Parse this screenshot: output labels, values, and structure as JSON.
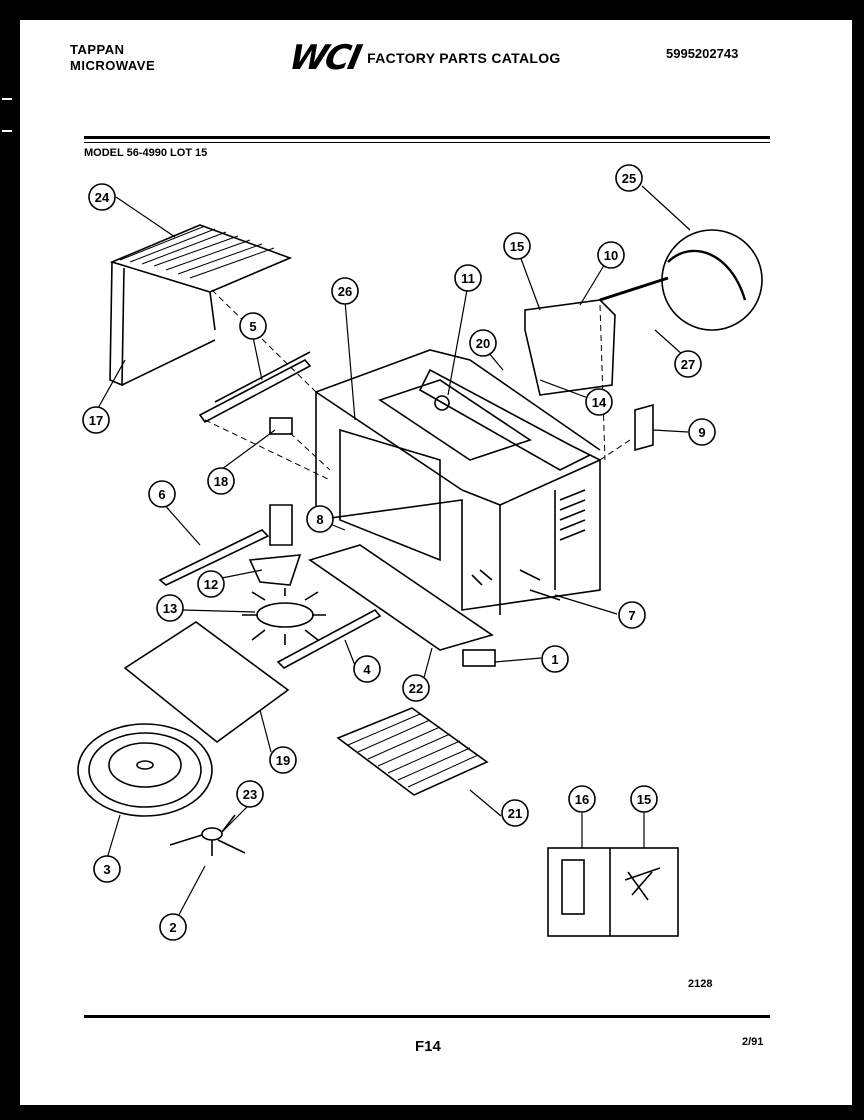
{
  "header": {
    "brand_line1": "TAPPAN",
    "brand_line2": "MICROWAVE",
    "logo": "WCI",
    "catalog_title": "FACTORY PARTS CATALOG",
    "part_number": "5995202743"
  },
  "model_line": "MODEL 56-4990 LOT 15",
  "footer": {
    "reference": "2128",
    "page": "F14",
    "date": "2/91"
  },
  "callouts": [
    {
      "id": "c24",
      "label": "24"
    },
    {
      "id": "c25",
      "label": "25"
    },
    {
      "id": "c15a",
      "label": "15"
    },
    {
      "id": "c10",
      "label": "10"
    },
    {
      "id": "c11",
      "label": "11"
    },
    {
      "id": "c26",
      "label": "26"
    },
    {
      "id": "c5",
      "label": "5"
    },
    {
      "id": "c20",
      "label": "20"
    },
    {
      "id": "c27",
      "label": "27"
    },
    {
      "id": "c14",
      "label": "14"
    },
    {
      "id": "c17",
      "label": "17"
    },
    {
      "id": "c9",
      "label": "9"
    },
    {
      "id": "c18",
      "label": "18"
    },
    {
      "id": "c6",
      "label": "6"
    },
    {
      "id": "c8",
      "label": "8"
    },
    {
      "id": "c12",
      "label": "12"
    },
    {
      "id": "c13",
      "label": "13"
    },
    {
      "id": "c7",
      "label": "7"
    },
    {
      "id": "c1",
      "label": "1"
    },
    {
      "id": "c4",
      "label": "4"
    },
    {
      "id": "c22",
      "label": "22"
    },
    {
      "id": "c19",
      "label": "19"
    },
    {
      "id": "c23",
      "label": "23"
    },
    {
      "id": "c21",
      "label": "21"
    },
    {
      "id": "c16",
      "label": "16"
    },
    {
      "id": "c15b",
      "label": "15"
    },
    {
      "id": "c3",
      "label": "3"
    },
    {
      "id": "c2",
      "label": "2"
    }
  ]
}
